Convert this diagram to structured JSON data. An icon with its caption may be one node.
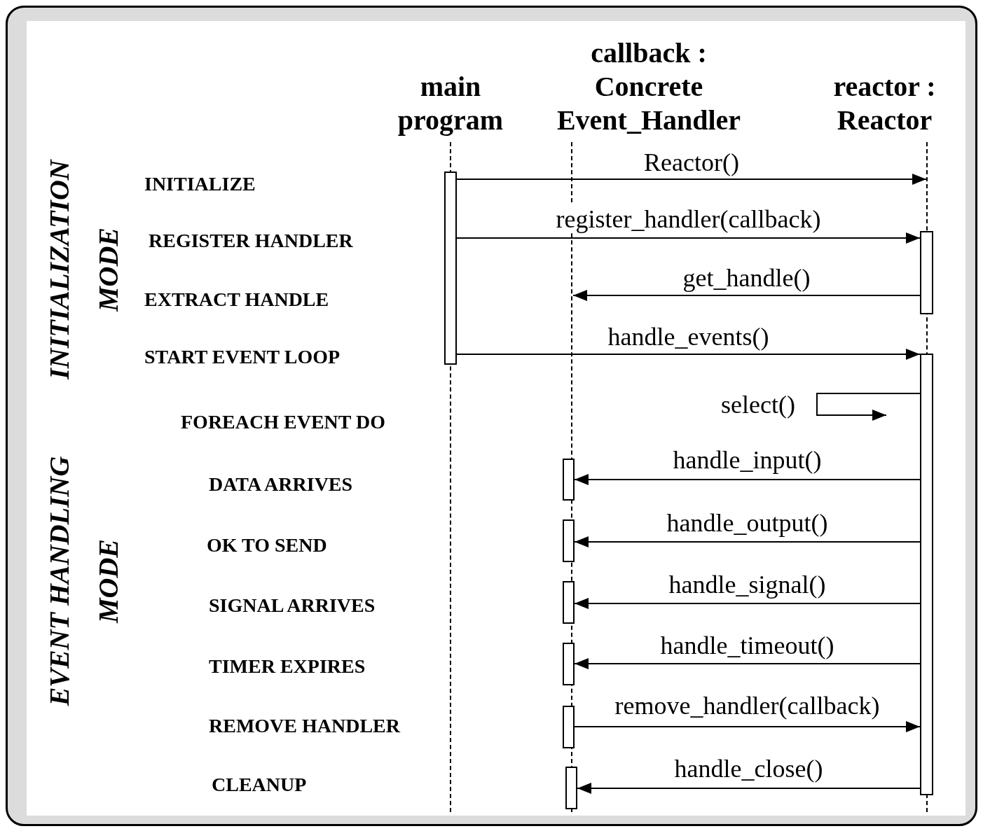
{
  "diagram": {
    "nodes": [
      {
        "text": [
          "main program"
        ]
      },
      {
        "text": [
          "callback : Concrete Event_Handler"
        ]
      },
      {
        "text": [
          "reactor : Reactor"
        ]
      },
      {
        "text": [],
        "shape": "line"
      },
      {
        "text": [],
        "shape": "line"
      },
      {
        "text": [],
        "shape": "line"
      },
      {
        "text": [],
        "shape": "bar"
      },
      {
        "text": [],
        "shape": "bar"
      },
      {
        "text": [],
        "shape": "bar"
      },
      {
        "text": [],
        "shape": "bar"
      },
      {
        "text": [],
        "shape": "bar"
      },
      {
        "text": [],
        "shape": "bar"
      },
      {
        "text": [],
        "shape": "bar"
      },
      {
        "text": [],
        "shape": "bar"
      },
      {
        "text": [],
        "shape": "bar"
      }
    ],
    "edges": [
      {
        "from": 6,
        "to": 5,
        "arrow": "to",
        "label": "Reactor()"
      },
      {
        "from": 6,
        "to": 7,
        "arrow": "to",
        "label": "register_handler(callback)"
      },
      {
        "from": 7,
        "to": 4,
        "arrow": "to",
        "label": "get_handle()"
      },
      {
        "from": 6,
        "to": 8,
        "arrow": "to",
        "label": "handle_events()"
      },
      {
        "from": 8,
        "to": null,
        "arrow": "to",
        "label": "select()"
      },
      {
        "from": 8,
        "to": 9,
        "arrow": "to",
        "label": "handle_input()"
      },
      {
        "from": 8,
        "to": 10,
        "arrow": "to",
        "label": "handle_output()"
      },
      {
        "from": 8,
        "to": 11,
        "arrow": "to",
        "label": "handle_signal()"
      },
      {
        "from": 8,
        "to": 12,
        "arrow": "to",
        "label": "handle_timeout()"
      },
      {
        "from": 13,
        "to": 8,
        "arrow": "to",
        "label": "remove_handler(callback)"
      },
      {
        "from": 8,
        "to": 14,
        "arrow": "to",
        "label": "handle_close()"
      }
    ],
    "labels": [
      "INITIALIZATION MODE",
      "INITIALIZE",
      "REGISTER HANDLER",
      "EXTRACT HANDLE",
      "START EVENT LOOP",
      "EVENT HANDLING MODE",
      "FOREACH EVENT DO",
      "DATA ARRIVES",
      "OK TO SEND",
      "SIGNAL ARRIVES",
      "TIMER EXPIRES",
      "REMOVE HANDLER",
      "CLEANUP"
    ]
  }
}
